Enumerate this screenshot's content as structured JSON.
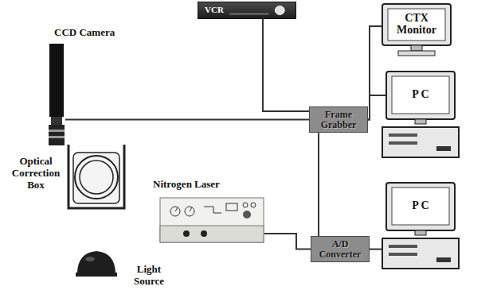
{
  "diagram": {
    "nodes": [
      {
        "text": [
          "CCD Camera"
        ]
      },
      {
        "text": [
          "VCR"
        ]
      },
      {
        "text": [
          "Frame Grabber"
        ]
      },
      {
        "text": [
          "CTX Monitor"
        ]
      },
      {
        "text": [
          "P C"
        ]
      },
      {
        "text": [
          "Nitrogen Laser"
        ]
      },
      {
        "text": [
          "P C"
        ]
      },
      {
        "text": [
          "A/D Converter"
        ]
      }
    ],
    "edges": [
      {
        "from": 0,
        "to": 2,
        "arrow": "none"
      },
      {
        "from": 1,
        "to": 2,
        "arrow": "none"
      },
      {
        "from": 2,
        "to": 3,
        "arrow": "none"
      },
      {
        "from": 2,
        "to": 4,
        "arrow": "none"
      },
      {
        "from": 2,
        "to": 7,
        "arrow": "none"
      },
      {
        "from": 5,
        "to": 7,
        "arrow": "none"
      },
      {
        "from": 7,
        "to": 6,
        "arrow": "none"
      }
    ],
    "labels": [
      "Optical Correction Box",
      "Light Source"
    ]
  }
}
